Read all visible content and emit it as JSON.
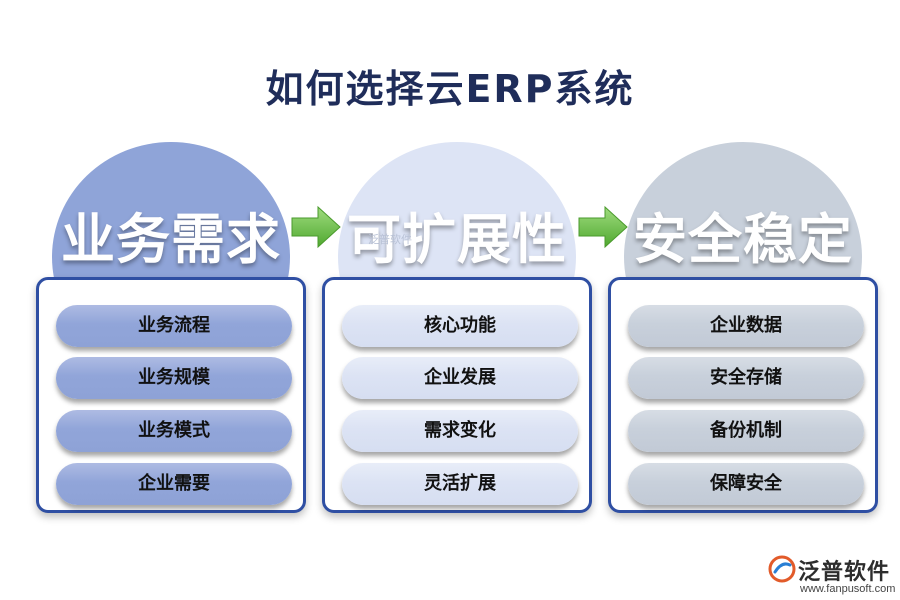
{
  "title": "如何选择云ERP系统",
  "columns": [
    {
      "heading": "业务需求",
      "items": [
        "业务流程",
        "业务规模",
        "业务模式",
        "企业需要"
      ]
    },
    {
      "heading": "可扩展性",
      "items": [
        "核心功能",
        "企业发展",
        "需求变化",
        "灵活扩展"
      ]
    },
    {
      "heading": "安全稳定",
      "items": [
        "企业数据",
        "安全存储",
        "备份机制",
        "保障安全"
      ]
    }
  ],
  "watermark": "泛普软件",
  "logo": {
    "name": "泛普软件",
    "url": "www.fanpusoft.com"
  },
  "colors": {
    "title": "#1f2d5a",
    "panel_border": "#2f4fa3",
    "col1": "#8fa4d8",
    "col2": "#dde4f5",
    "col3": "#c8d0db",
    "arrow": "#6cc04a"
  }
}
